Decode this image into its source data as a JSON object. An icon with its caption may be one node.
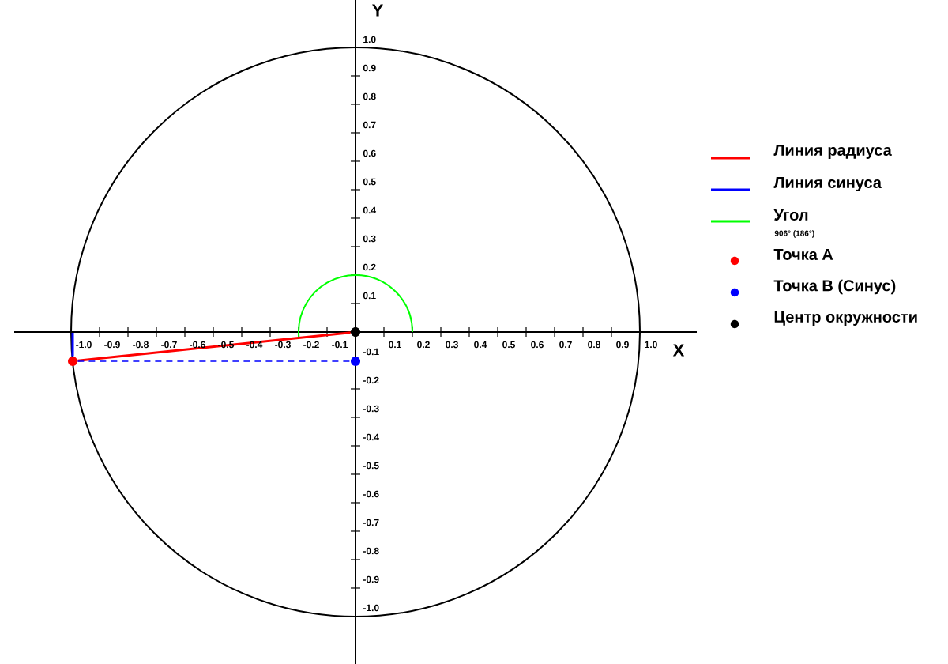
{
  "diagram": {
    "nodes": [
      {
        "text": [],
        "shape": "circle"
      },
      {
        "text": [],
        "shape": "circle"
      },
      {
        "text": [],
        "shape": "circle"
      }
    ],
    "edges": [
      {
        "from": 2,
        "to": 0,
        "arrow": "none",
        "color": "#ff0000"
      },
      {
        "from": 0,
        "to": 1,
        "arrow": "none",
        "style": "dashed",
        "color": "#0000ff"
      },
      {
        "from": 0,
        "to": null,
        "arrow": "none",
        "color": "#0000ff"
      }
    ],
    "labels": [
      "Y",
      "X",
      "-1.0",
      "-0.9",
      "-0.8",
      "-0.7",
      "-0.6",
      "-0.5",
      "-0.4",
      "-0.3",
      "-0.2",
      "-0.1",
      "0.1",
      "0.2",
      "0.3",
      "0.4",
      "0.5",
      "0.6",
      "0.7",
      "0.8",
      "0.9",
      "1.0",
      "1.0",
      "0.9",
      "0.8",
      "0.7",
      "0.6",
      "0.5",
      "0.4",
      "0.3",
      "0.2",
      "0.1",
      "-0.1",
      "-0.2",
      "-0.3",
      "-0.4",
      "-0.5",
      "-0.6",
      "-0.7",
      "-0.8",
      "-0.9",
      "-1.0",
      "906° (186°)"
    ],
    "legend": [
      {
        "text": "Линия радиуса"
      },
      {
        "text": "Линия синуса"
      },
      {
        "text": "Угол"
      },
      {
        "text": "Точка A",
        "color": "#ff0000"
      },
      {
        "text": "Точка B (Синус)",
        "color": "#0000ff"
      },
      {
        "text": "Центр окружности",
        "color": "#000000"
      }
    ]
  }
}
